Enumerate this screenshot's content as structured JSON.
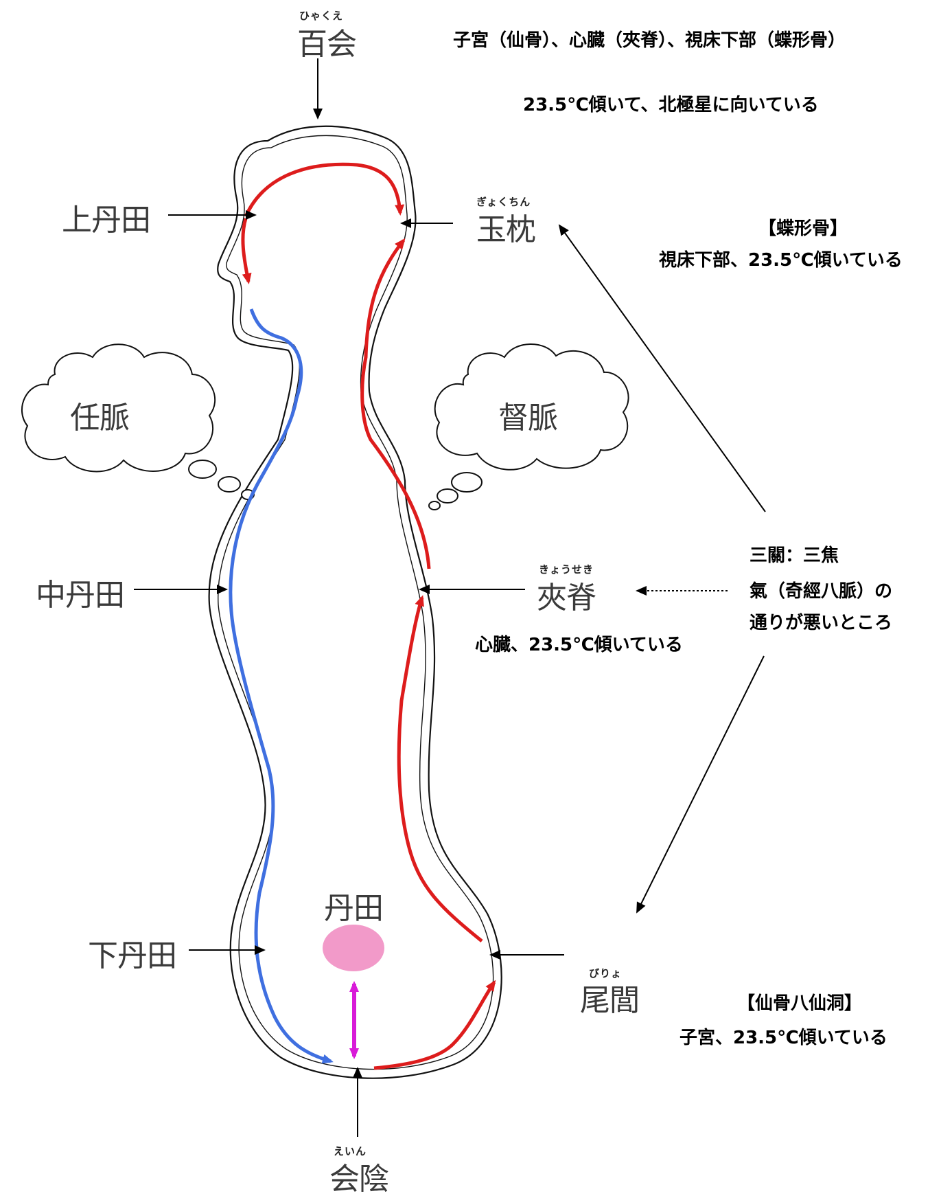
{
  "notes": {
    "top_line1": "子宮（仙骨）、心臓（夾脊）、視床下部（蝶形骨）",
    "top_line2": "23.5℃傾いて、北極星に向いている",
    "sphenoid_title": "【蝶形骨】",
    "sphenoid_body": "視床下部、23.5℃傾いている",
    "sankan_line1": "三關：三焦",
    "sankan_line2": "氣（奇經八脈）の",
    "sankan_line3": "通りが悪いところ",
    "heart_note": "心臓、23.5℃傾いている",
    "sacrum_title": "【仙骨八仙洞】",
    "sacrum_body": "子宮、23.5℃傾いている"
  },
  "points": {
    "baihui": "百会",
    "baihui_ruby": "ひゃくえ",
    "yuzhen": "玉枕",
    "yuzhen_ruby": "ぎょくちん",
    "jiaji": "夾脊",
    "jiaji_ruby": "きょうせき",
    "weilu": "尾閭",
    "weilu_ruby": "びりょ",
    "huiyin": "会陰",
    "huiyin_ruby": "えいん",
    "upper_dantian": "上丹田",
    "middle_dantian": "中丹田",
    "lower_dantian": "下丹田",
    "dantian": "丹田"
  },
  "clouds": {
    "renmai": "任脈",
    "dumai": "督脈"
  },
  "colors": {
    "governor_vessel": "#dd1c1c",
    "conception_vessel": "#3f6fe0",
    "huiyin_link": "#d81ad8",
    "dantian_fill": "#f29ac9"
  }
}
